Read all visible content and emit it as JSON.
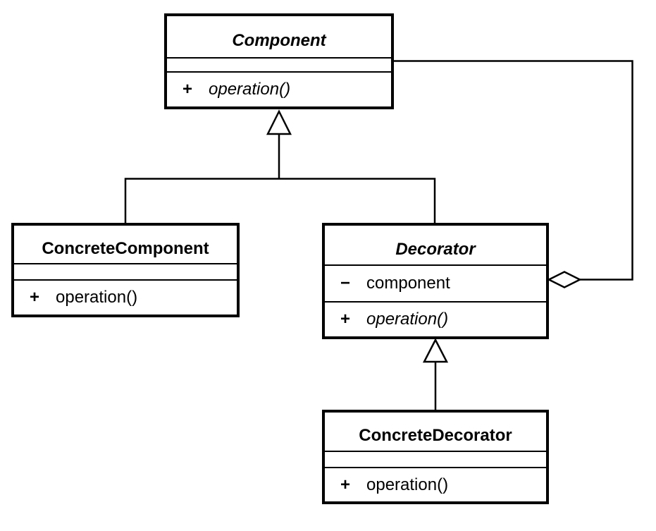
{
  "diagram": {
    "kind": "uml-class-diagram",
    "pattern": "Decorator",
    "colors": {
      "background": "#ffffff",
      "line": "#000000",
      "box_fill": "#ffffff",
      "text": "#000000"
    },
    "classes": [
      {
        "name": "Component",
        "abstract": true,
        "attributes": [],
        "operations": [
          {
            "visibility": "+",
            "signature": "operation()",
            "abstract": true
          }
        ]
      },
      {
        "name": "ConcreteComponent",
        "abstract": false,
        "attributes": [],
        "operations": [
          {
            "visibility": "+",
            "signature": "operation()",
            "abstract": false
          }
        ]
      },
      {
        "name": "Decorator",
        "abstract": true,
        "attributes": [
          {
            "visibility": "−",
            "name": "component"
          }
        ],
        "operations": [
          {
            "visibility": "+",
            "signature": "operation()",
            "abstract": true
          }
        ]
      },
      {
        "name": "ConcreteDecorator",
        "abstract": false,
        "attributes": [],
        "operations": [
          {
            "visibility": "+",
            "signature": "operation()",
            "abstract": false
          }
        ]
      }
    ],
    "relationships": [
      {
        "type": "generalization",
        "from": "ConcreteComponent",
        "to": "Component"
      },
      {
        "type": "generalization",
        "from": "Decorator",
        "to": "Component"
      },
      {
        "type": "generalization",
        "from": "ConcreteDecorator",
        "to": "Decorator"
      },
      {
        "type": "aggregation",
        "owner": "Decorator",
        "part": "Component"
      }
    ]
  }
}
